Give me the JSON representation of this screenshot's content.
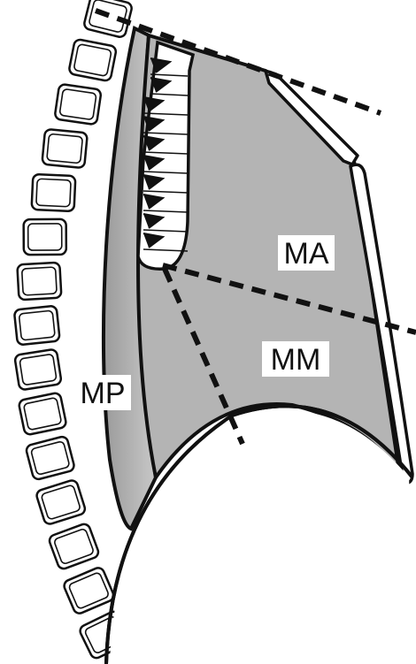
{
  "labels": {
    "anterior": "MA",
    "middle": "MM",
    "posterior": "MP"
  },
  "colors": {
    "compartment_fill": "#b4b4b4",
    "outline": "#111111",
    "background": "#ffffff"
  }
}
